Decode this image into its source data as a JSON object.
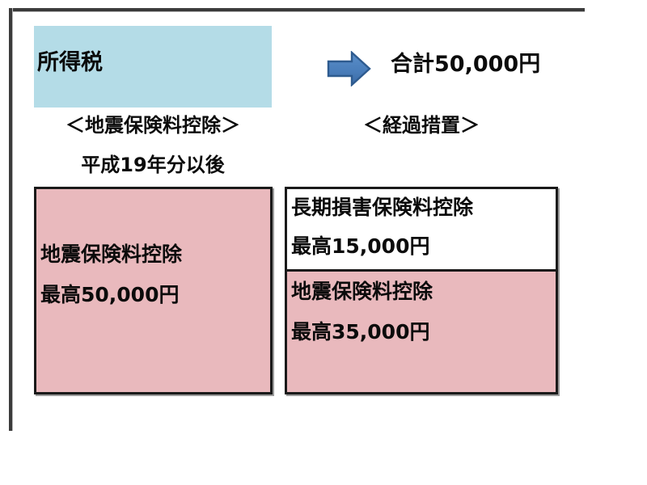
{
  "slide": {
    "title_block": {
      "label": "所得税",
      "fill_color": "#b4dce7"
    },
    "arrow": {
      "icon": "right-arrow-icon",
      "fill_color": "#4a7ebb",
      "stroke_color": "#2e5b8f"
    },
    "total": {
      "label": "合計50,000円"
    },
    "sections": {
      "left": {
        "caption": "＜地震保険料控除＞",
        "subcaption": "平成19年分以後",
        "box": {
          "fill_color": "#e9b9bd",
          "line1": "地震保険料控除",
          "line2": "最高50,000円"
        }
      },
      "right": {
        "caption": "＜経過措置＞",
        "upper_cell": {
          "fill_color": "#ffffff",
          "line1": "長期損害保険料控除",
          "line2": "最高15,000円"
        },
        "lower_cell": {
          "fill_color": "#e9b9bd",
          "line1": "地震保険料控除",
          "line2": "最高35,000円"
        }
      }
    }
  }
}
